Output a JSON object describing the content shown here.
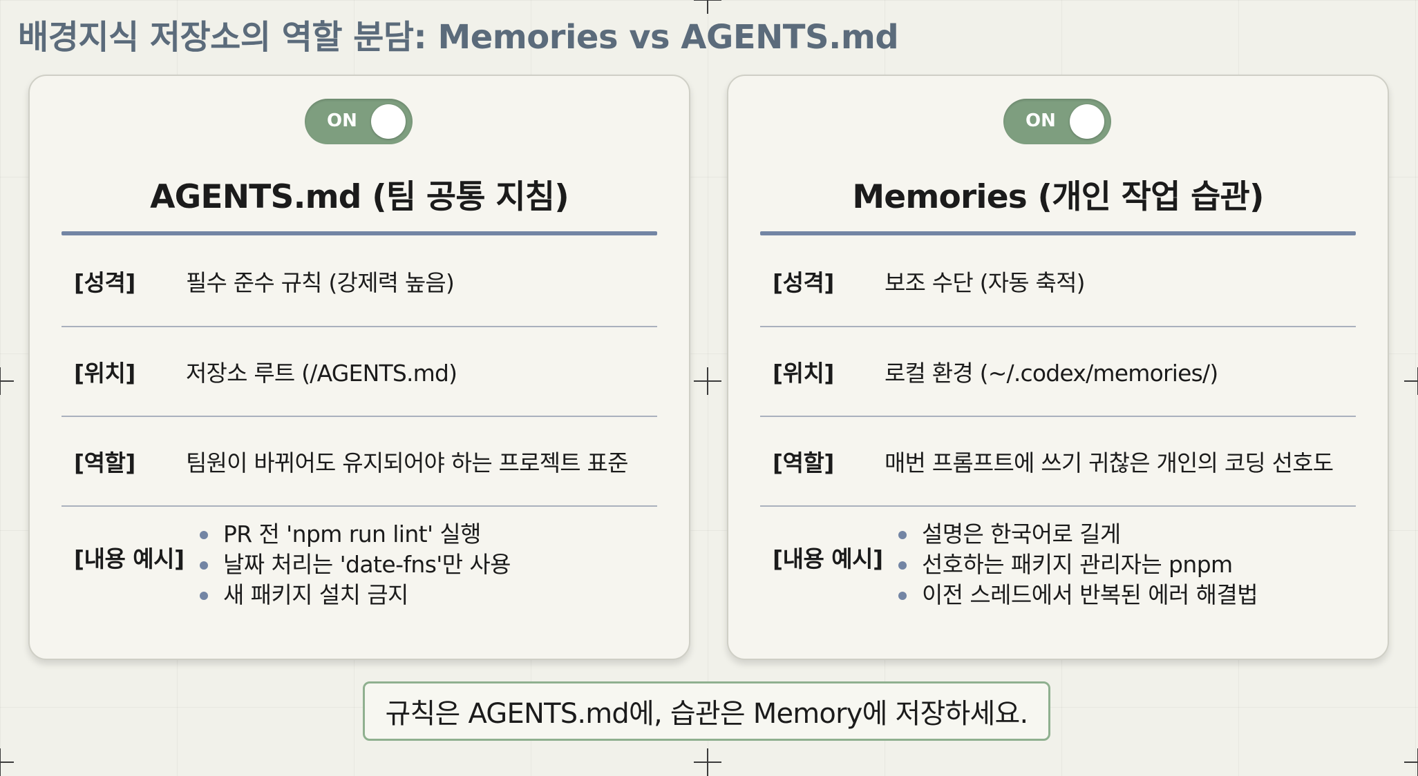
{
  "title": "배경지식 저장소의 역할 분담: Memories vs AGENTS.md",
  "cards": [
    {
      "toggle": "ON",
      "title": "AGENTS.md (팀 공통 지침)",
      "rows": [
        {
          "label": "[성격]",
          "value": "필수 준수 규칙 (강제력 높음)"
        },
        {
          "label": "[위치]",
          "value": "저장소 루트 (/AGENTS.md)"
        },
        {
          "label": "[역할]",
          "value": "팀원이 바뀌어도 유지되어야 하는 프로젝트 표준"
        }
      ],
      "examples": {
        "label": "[내용 예시]",
        "items": [
          "PR 전 'npm run lint' 실행",
          "날짜 처리는 'date-fns'만 사용",
          "새 패키지 설치 금지"
        ]
      }
    },
    {
      "toggle": "ON",
      "title": "Memories (개인 작업 습관)",
      "rows": [
        {
          "label": "[성격]",
          "value": "보조 수단 (자동 축적)"
        },
        {
          "label": "[위치]",
          "value": "로컬 환경 (~/.codex/memories/)"
        },
        {
          "label": "[역할]",
          "value": "매번 프롬프트에 쓰기 귀찮은 개인의 코딩 선호도"
        }
      ],
      "examples": {
        "label": "[내용 예시]",
        "items": [
          "설명은 한국어로 길게",
          "선호하는 패키지 관리자는 pnpm",
          "이전 스레드에서 반복된 에러 해결법"
        ]
      }
    }
  ],
  "footer": "규칙은 AGENTS.md에, 습관은 Memory에 저장하세요.",
  "colors": {
    "toggle_green": "#7e9e7f",
    "rule_blue": "#7385a4",
    "title_gray": "#5b6b7b",
    "footer_border": "#8fb08f"
  }
}
